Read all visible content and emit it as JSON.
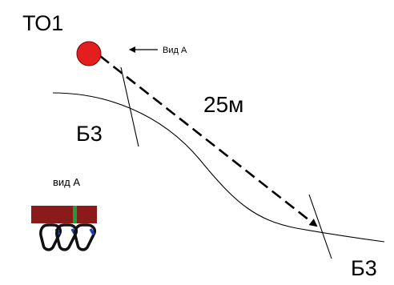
{
  "labels": {
    "start": "ТО1",
    "view_pointer": "Вид А",
    "distance": "25м",
    "line_upper": "Б3",
    "line_lower": "Б3",
    "view_caption": "вид А"
  },
  "colors": {
    "start_point": "#e31e1e",
    "start_point_stroke": "#7a0000",
    "rope": "#000000",
    "bar": "#8b1a1a",
    "bar_marker": "#1e9e3a",
    "carabiner": "#111111",
    "carabiner_gate": "#1f3fbf"
  },
  "icons": {
    "start": "red-circle-icon",
    "pointer": "arrow-left-icon",
    "carabiner": "carabiner-icon"
  }
}
